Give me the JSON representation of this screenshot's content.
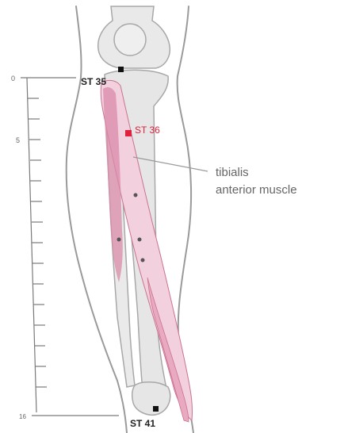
{
  "labels": {
    "st35": "ST 35",
    "st36": "ST 36",
    "st41": "ST 41",
    "muscle_line1": "tibialis",
    "muscle_line2": "anterior muscle"
  },
  "ruler": {
    "top_value": "0",
    "mid_value": "5",
    "bottom_value": "16"
  },
  "colors": {
    "outline": "#8f8f8f",
    "bone_fill": "#e9e9e9",
    "muscle_light": "#f3d0dd",
    "muscle_dark": "#d98aa8",
    "point_black": "#111111",
    "point_red": "#e0203c",
    "text": "#555555",
    "ruler": "#777777"
  }
}
